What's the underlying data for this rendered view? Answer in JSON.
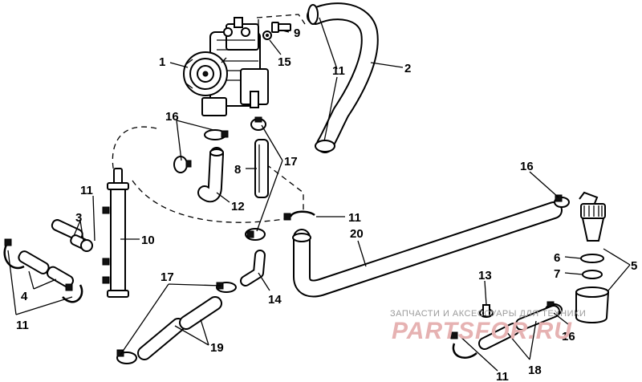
{
  "labels": {
    "l1": "1",
    "l2": "2",
    "l3": "3",
    "l4": "4",
    "l5": "5",
    "l6": "6",
    "l7": "7",
    "l8": "8",
    "l9": "9",
    "l10": "10",
    "l11a": "11",
    "l11b": "11",
    "l11c": "11",
    "l11d": "11",
    "l11e": "11",
    "l12": "12",
    "l13": "13",
    "l14": "14",
    "l15": "15",
    "l16a": "16",
    "l16b": "16",
    "l16c": "16",
    "l17a": "17",
    "l17b": "17",
    "l18": "18",
    "l19": "19",
    "l20": "20"
  },
  "watermark": {
    "caption": "ЗАПЧАСТИ И АКСЕССУАРЫ ДЛЯ ТЕХНИКИ",
    "logo": "PARTSFOR.RU"
  },
  "colors": {
    "line": "#000000",
    "background": "#ffffff",
    "watermark_logo": "#e6b2b2",
    "watermark_text": "#9a9a9a"
  }
}
